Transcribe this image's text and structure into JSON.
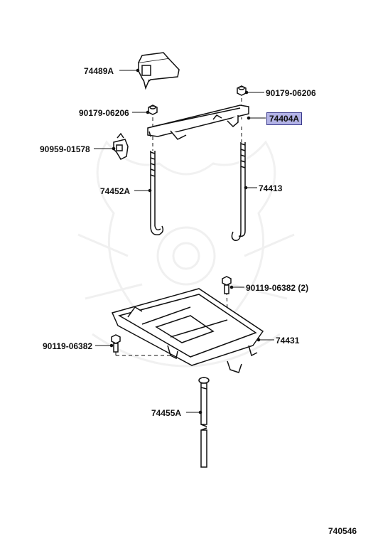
{
  "parts": [
    {
      "id": "p74489A",
      "number": "74489A"
    },
    {
      "id": "p90179a",
      "number": "90179-06206"
    },
    {
      "id": "p90179b",
      "number": "90179-06206"
    },
    {
      "id": "p74404A",
      "number": "74404A",
      "highlighted": true
    },
    {
      "id": "p90959",
      "number": "90959-01578"
    },
    {
      "id": "p74452A",
      "number": "74452A"
    },
    {
      "id": "p74413",
      "number": "74413"
    },
    {
      "id": "p90119a",
      "number": "90119-06382 (2)"
    },
    {
      "id": "p90119b",
      "number": "90119-06382"
    },
    {
      "id": "p74431",
      "number": "74431"
    },
    {
      "id": "p74455A",
      "number": "74455A"
    }
  ],
  "diagram_code": "740546",
  "colors": {
    "highlight_fill": "#b3b3e6",
    "highlight_border": "#3a3a8c",
    "line": "#111111",
    "watermark": "#888888"
  }
}
